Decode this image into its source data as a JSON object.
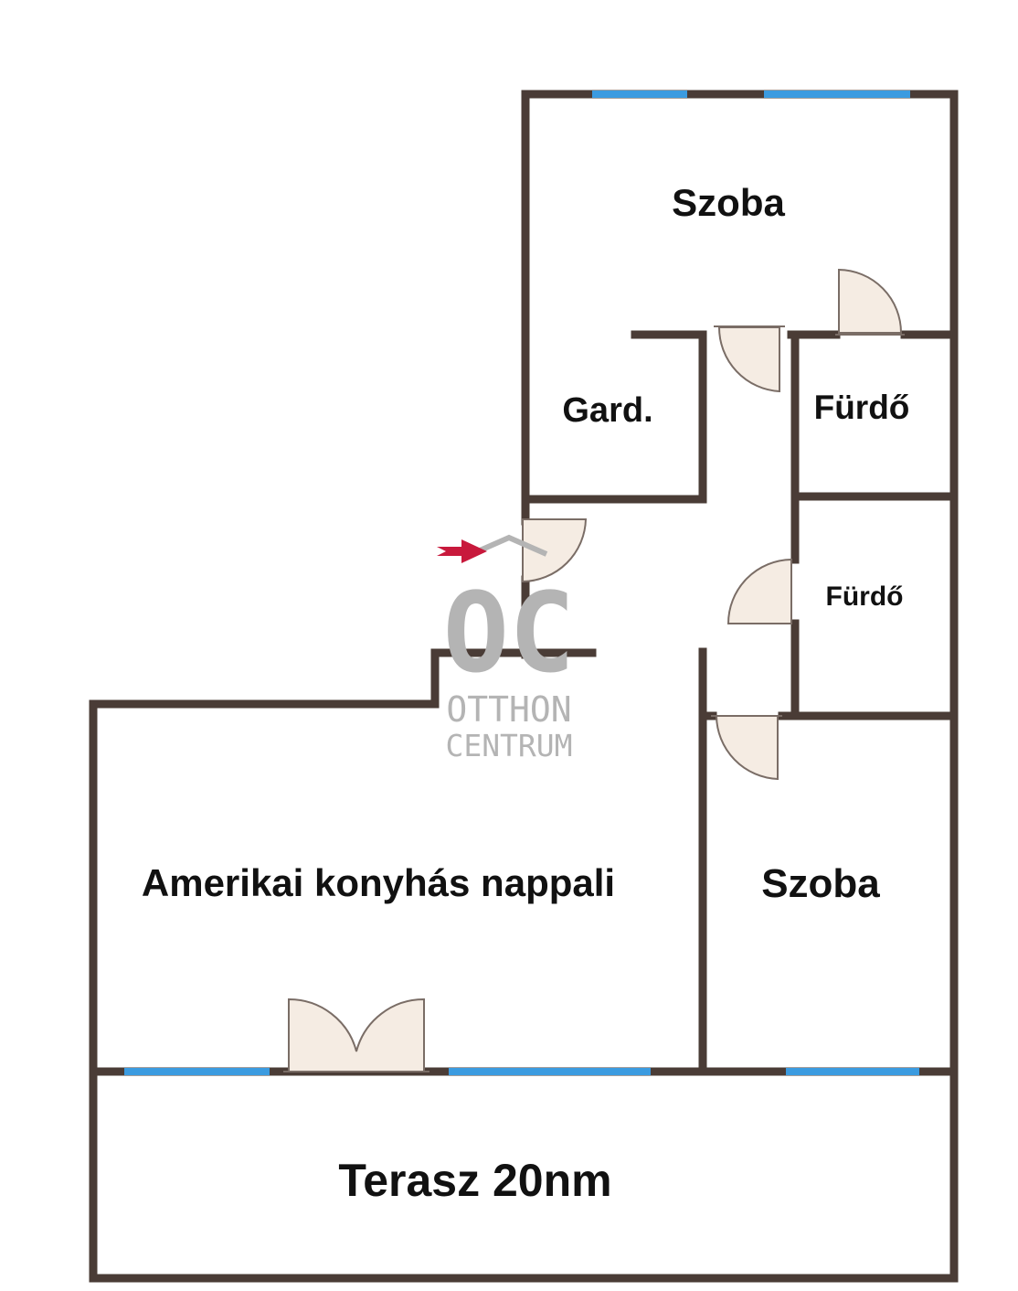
{
  "rooms": {
    "bedroom_top": "Szoba",
    "wardrobe": "Gard.",
    "bathroom_1": "Fürdő",
    "bathroom_2": "Fürdő",
    "living": "Amerikai konyhás nappali",
    "bedroom_bottom": "Szoba",
    "terrace": "Terasz 20nm"
  },
  "logo": {
    "monogram": "OC",
    "line1": "OTTHON",
    "line2": "CENTRUM"
  },
  "colors": {
    "wall": "#4a3c36",
    "window": "#3b9be0",
    "door": "#f5ece3",
    "entrance_arrow": "#c8193c",
    "logo": "#b4b4b4"
  },
  "icons": {
    "entrance": "entrance-arrow-icon"
  }
}
